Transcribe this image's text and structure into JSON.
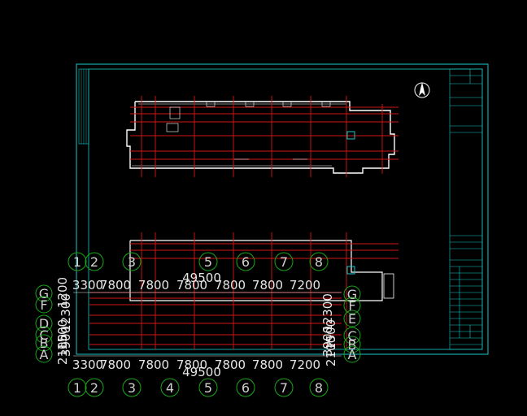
{
  "colors": {
    "background": "#000000",
    "frame": "#19c7c7",
    "grid": "#d51616",
    "walls": "#ffffff",
    "bubbles": "#19a719",
    "dims": "#e6e6e6"
  },
  "drawing": {
    "north_arrow_icon": "north-arrow-icon",
    "title_block_label": "title block"
  },
  "axes": {
    "numbers": [
      "1",
      "2",
      "3",
      "4",
      "5",
      "6",
      "7",
      "8"
    ],
    "letters_left": [
      "G",
      "F",
      "D",
      "C",
      "B",
      "A"
    ],
    "letters_right": [
      "G",
      "F",
      "E",
      "C",
      "B",
      "A"
    ]
  },
  "dimensions": {
    "top_total": "49500",
    "bottom_total": "49500",
    "spans": [
      "3300",
      "7800",
      "7800",
      "7800",
      "7800",
      "7800",
      "7200"
    ],
    "left_vertical": [
      "1200",
      "12300",
      "1500",
      "3900",
      "2100"
    ],
    "right_vertical": [
      "12300",
      "1500",
      "3900",
      "2100"
    ]
  }
}
